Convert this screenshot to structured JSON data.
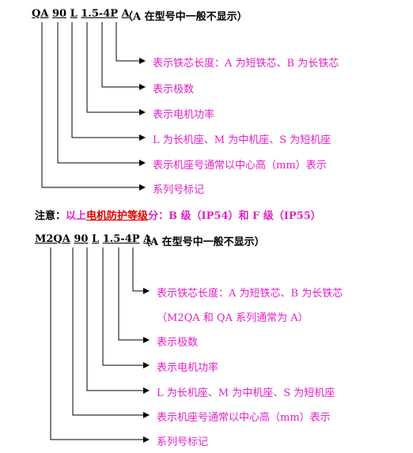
{
  "diagram1": {
    "code": [
      "QA",
      "90",
      "L",
      "1.5-4P",
      "A"
    ],
    "note": "（A 在型号中一般不显示）",
    "labels": [
      "表示铁芯长度：A 为短铁芯、B 为长铁芯",
      "表示极数",
      "表示电机功率",
      "L 为长机座、M 为中机座、S 为短机座",
      "表示机座号通常以中心高（mm）表示",
      "系列号标记"
    ]
  },
  "notice": {
    "prefix": "注意：",
    "text1": "以上",
    "emph": "电机防护等级",
    "text2": "分：B 级（IP54）和 F 级（IP55）"
  },
  "diagram2": {
    "code": [
      "M2QA",
      "90",
      "L",
      "1.5-4P",
      "A"
    ],
    "note": "（A 在型号中一般不显示）",
    "labels": [
      "表示铁芯长度：A 为短铁芯、B 为长铁芯",
      "（M2QA 和 QA 系列通常为 A）",
      "表示极数",
      "表示电机功率",
      "L 为长机座、M 为中机座、S 为短机座",
      "表示机座号通常以中心高（mm）表示",
      "系列号标记"
    ]
  }
}
